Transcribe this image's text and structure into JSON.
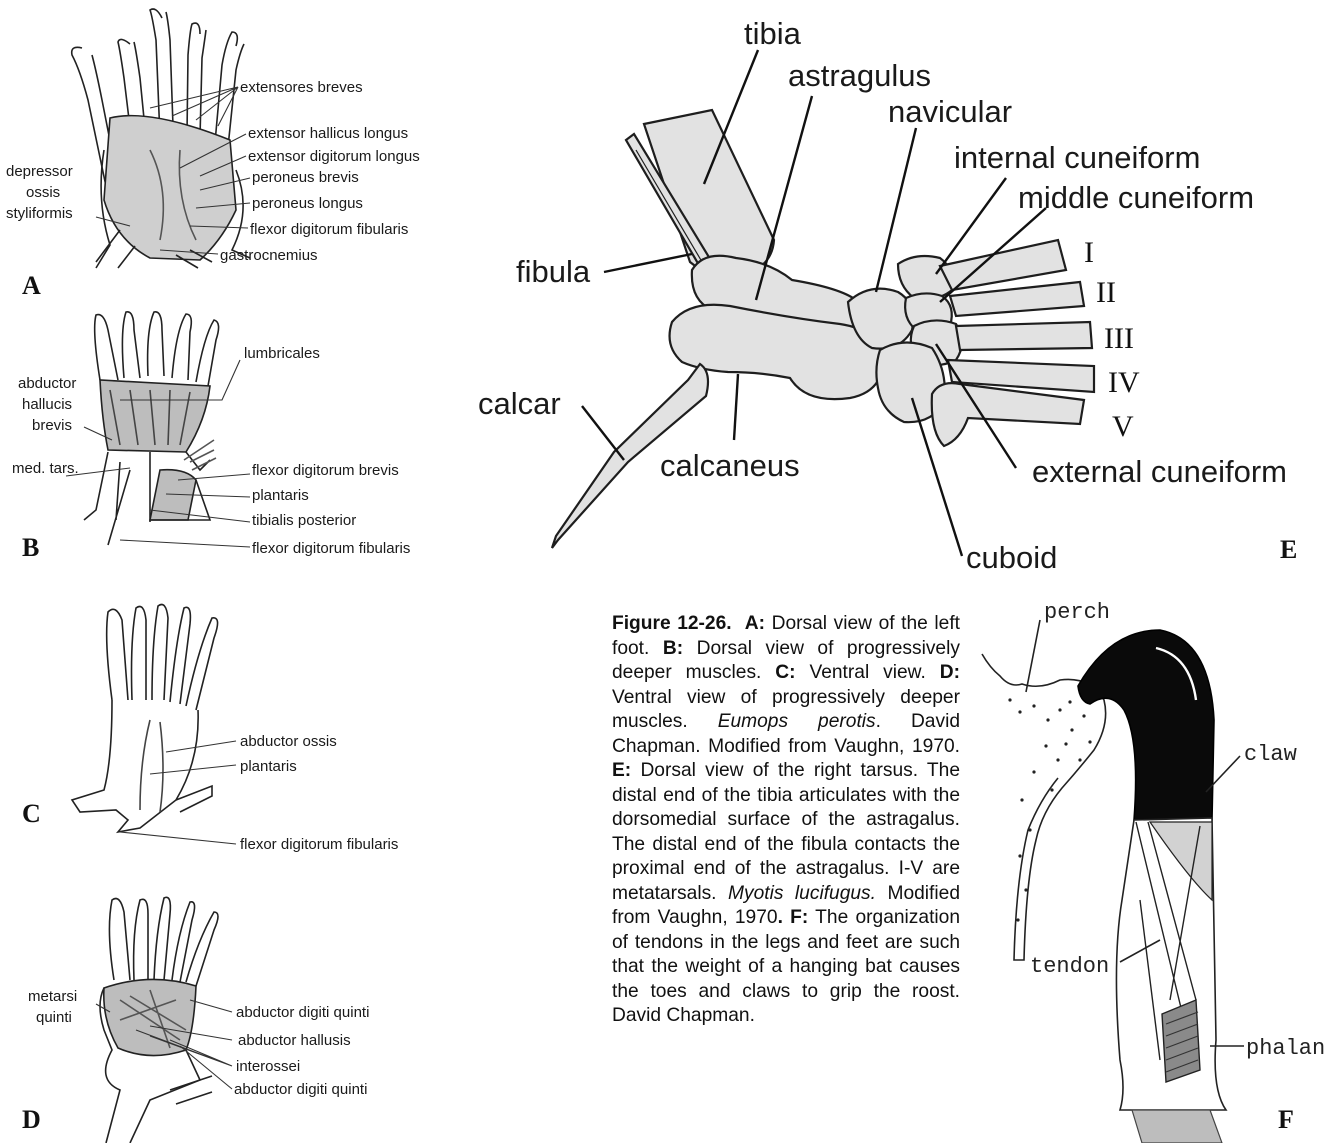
{
  "panels": {
    "A": {
      "letter": "A",
      "labels": {
        "extensores_breves": "extensores breves",
        "extensor_hallicus_longus": "extensor hallicus longus",
        "extensor_digitorum_longus": "extensor digitorum longus",
        "peroneus_brevis": "peroneus brevis",
        "peroneus_longus": "peroneus longus",
        "flexor_digitorum_fibularis": "flexor digitorum fibularis",
        "gastrocnemius": "gastrocnemius",
        "depressor_1": "depressor",
        "depressor_2": "ossis",
        "depressor_3": "styliformis"
      }
    },
    "B": {
      "letter": "B",
      "labels": {
        "lumbricales": "lumbricales",
        "abductor_1": "abductor",
        "abductor_2": "hallucis",
        "abductor_3": "brevis",
        "med_tars": "med. tars.",
        "flexor_digitorum_brevis": "flexor digitorum brevis",
        "plantaris": "plantaris",
        "tibialis_posterior": "tibialis posterior",
        "flexor_digitorum_fibularis": "flexor digitorum fibularis"
      }
    },
    "C": {
      "letter": "C",
      "labels": {
        "abductor_ossis": "abductor ossis",
        "plantaris": "plantaris",
        "flexor_digitorum_fibularis": "flexor digitorum fibularis"
      }
    },
    "D": {
      "letter": "D",
      "labels": {
        "metarsi_1": "metarsi",
        "metarsi_2": "quinti",
        "abductor_digiti_quinti_top": "abductor digiti quinti",
        "abductor_hallusis": "abductor hallusis",
        "interossei": "interossei",
        "abductor_digiti_quinti_bottom": "abductor digiti quinti"
      }
    },
    "E": {
      "letter": "E",
      "labels": {
        "tibia": "tibia",
        "astragulus": "astragulus",
        "navicular": "navicular",
        "internal_cuneiform": "internal cuneiform",
        "middle_cuneiform": "middle cuneiform",
        "fibula": "fibula",
        "calcar": "calcar",
        "calcaneus": "calcaneus",
        "cuboid": "cuboid",
        "external_cuneiform": "external cuneiform"
      },
      "metatarsals": [
        "I",
        "II",
        "III",
        "IV",
        "V"
      ]
    },
    "F": {
      "letter": "F",
      "labels": {
        "perch": "perch",
        "claw": "claw",
        "tendon": "tendon",
        "phalanx": "phalan"
      }
    }
  },
  "caption": {
    "figure_label": "Figure 12-26.",
    "a_label": "A:",
    "a_text": "Dorsal view of the left foot.",
    "b_label": "B:",
    "b_text": "Dorsal view of progressively deeper muscles.",
    "c_label": "C:",
    "c_text": "Ventral view.",
    "d_label": "D:",
    "d_text": "Ventral view of progressively deeper muscles.",
    "species_1": "Eumops perotis",
    "credit_1": ". David Chapman. Modified from Vaughn, 1970.",
    "e_label": "E:",
    "e_text": "Dorsal view of the right tarsus. The distal end of the tibia articulates with the dorsomedial surface of the astragalus. The distal end of the fibula contacts the proximal end of the astragalus. I-V are metatarsals.",
    "species_2": "Myotis lucifugus.",
    "credit_2": "Modified from Vaughn, 1970",
    "f_label": "F:",
    "f_text": "The organization of tendons in the legs and feet are such that the weight of a hanging bat causes the toes and claws to grip the roost. David Chapman."
  }
}
